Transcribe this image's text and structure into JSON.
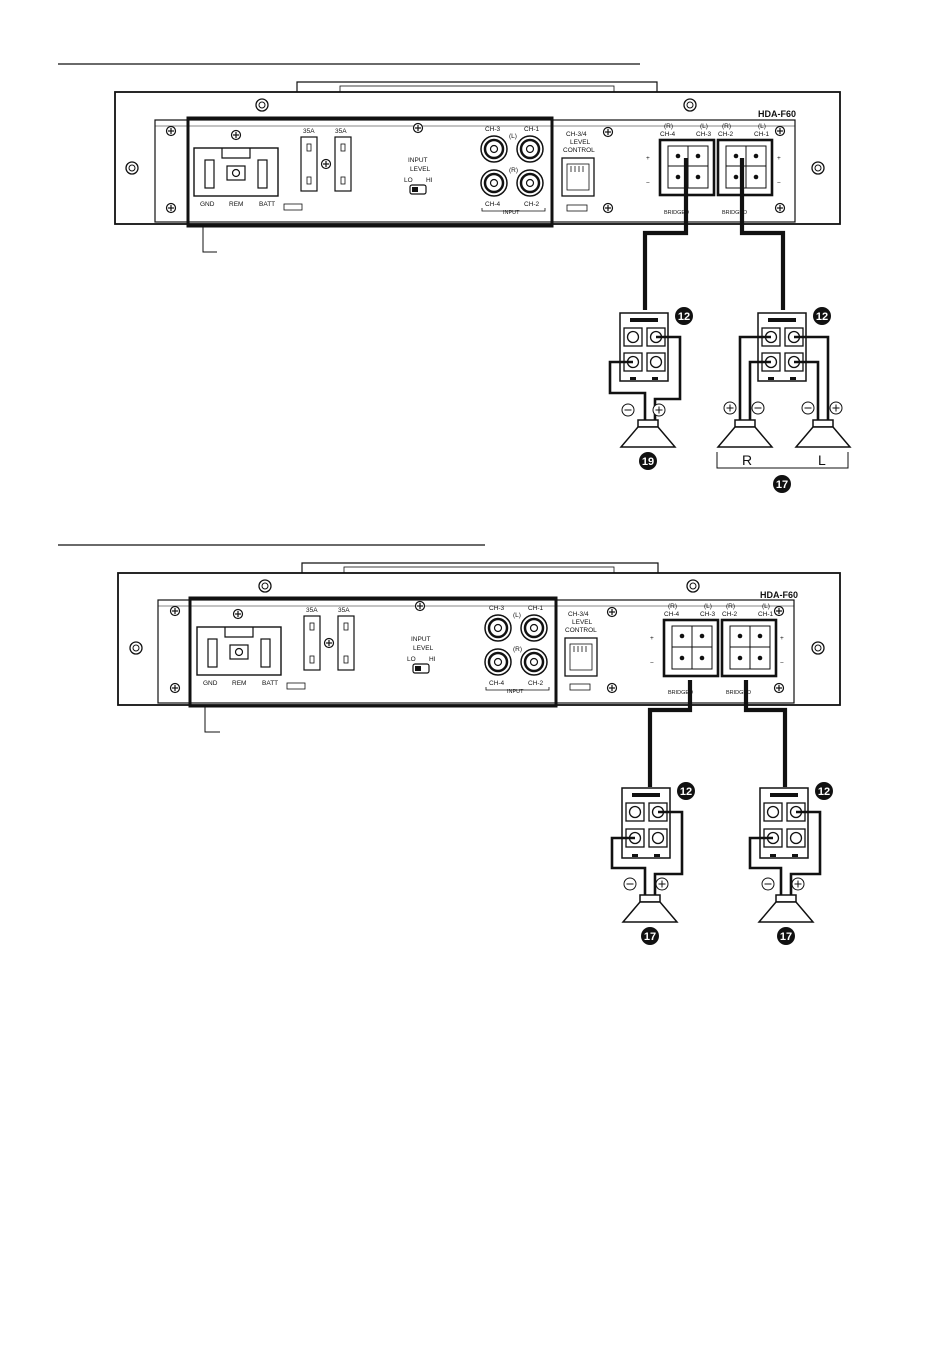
{
  "model": "HDA-F60",
  "fuse_labels": [
    "35A",
    "35A"
  ],
  "power_terminals": [
    "GND",
    "REM",
    "BATT"
  ],
  "input_level": {
    "title": "INPUT",
    "title2": "LEVEL",
    "lo": "LO",
    "hi": "HI"
  },
  "rca": {
    "ch3": "CH-3",
    "ch1": "CH-1",
    "ch4": "CH-4",
    "ch2": "CH-2",
    "left": "(L)",
    "right": "(R)",
    "input": "INPUT"
  },
  "level_control": [
    "CH-3/4",
    "LEVEL",
    "CONTROL"
  ],
  "speaker_terminals": {
    "block_a": {
      "top_left": "(R)",
      "top_right": "(L)",
      "ch_left": "CH-4",
      "ch_right": "CH-3"
    },
    "block_b": {
      "top_left": "(R)",
      "top_right": "(L)",
      "ch_left": "CH-2",
      "ch_right": "CH-1"
    },
    "bridged": "BRIDGED"
  },
  "polarity": {
    "minus": "−",
    "plus": "+"
  },
  "callouts": {
    "ref12": "12",
    "ref19": "19",
    "ref17": "17"
  },
  "stereo_labels": {
    "right": "R",
    "left": "L"
  }
}
